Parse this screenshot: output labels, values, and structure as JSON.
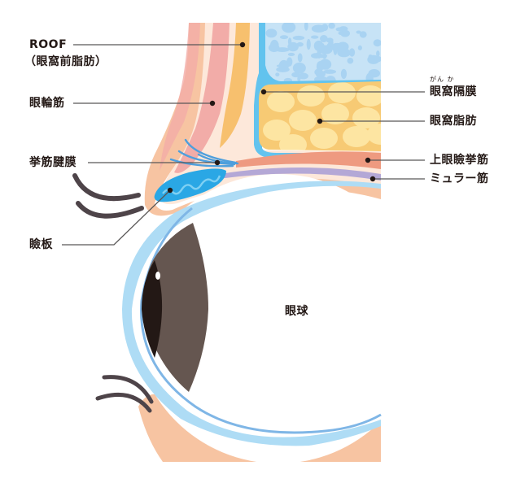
{
  "diagram": {
    "title": "Upper eyelid cross-section",
    "labels": {
      "roof": "ROOF",
      "roof_sub": "（眼窩前脂肪）",
      "orbicularis": "眼輪筋",
      "aponeurosis": "挙筋腱膜",
      "tarsus": "瞼板",
      "septum": "眼窩隔膜",
      "septum_ruby": "がん か",
      "orbital_fat": "眼窩脂肪",
      "levator": "上眼瞼挙筋",
      "muller": "ミュラー筋",
      "eyeball": "眼球"
    },
    "colors": {
      "skin": "#f7c4a2",
      "skin_light": "#fde8da",
      "orbicularis_muscle": "#f2aca8",
      "roof_fat": "#f7c06e",
      "septum": "#62c3ee",
      "bone": "#c7e3f6",
      "bone_spots": "#a9d3f2",
      "orbital_fat": "#f7ca74",
      "orbital_fat_cells": "#fde5a2",
      "levator_muscle": "#ee9a80",
      "muller_muscle": "#b4a8d6",
      "tarsus": "#2aa7e5",
      "tarsus_glands": "#7fd0f3",
      "aponeurosis": "#4e9fdc",
      "conjunctiva": "#aedcf5",
      "sclera_line": "#7fb6e6",
      "iris": "#655650",
      "pupil": "#231815",
      "eyelash": "#4e4449",
      "leader_line": "#231815"
    }
  }
}
